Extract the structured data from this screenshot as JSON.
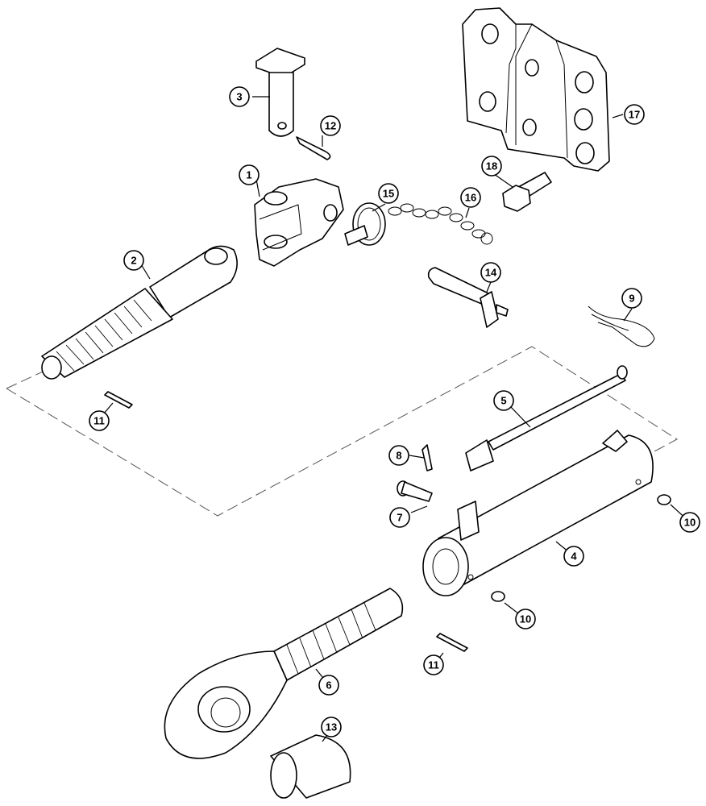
{
  "callouts": [
    {
      "id": "c1",
      "label": "1"
    },
    {
      "id": "c2",
      "label": "2"
    },
    {
      "id": "c3",
      "label": "3"
    },
    {
      "id": "c4",
      "label": "4"
    },
    {
      "id": "c5",
      "label": "5"
    },
    {
      "id": "c6",
      "label": "6"
    },
    {
      "id": "c7",
      "label": "7"
    },
    {
      "id": "c8",
      "label": "8"
    },
    {
      "id": "c9",
      "label": "9"
    },
    {
      "id": "c10a",
      "label": "10"
    },
    {
      "id": "c10b",
      "label": "10"
    },
    {
      "id": "c11a",
      "label": "11"
    },
    {
      "id": "c11b",
      "label": "11"
    },
    {
      "id": "c12",
      "label": "12"
    },
    {
      "id": "c13",
      "label": "13"
    },
    {
      "id": "c14",
      "label": "14"
    },
    {
      "id": "c15",
      "label": "15"
    },
    {
      "id": "c16",
      "label": "16"
    },
    {
      "id": "c17",
      "label": "17"
    },
    {
      "id": "c18",
      "label": "18"
    }
  ]
}
